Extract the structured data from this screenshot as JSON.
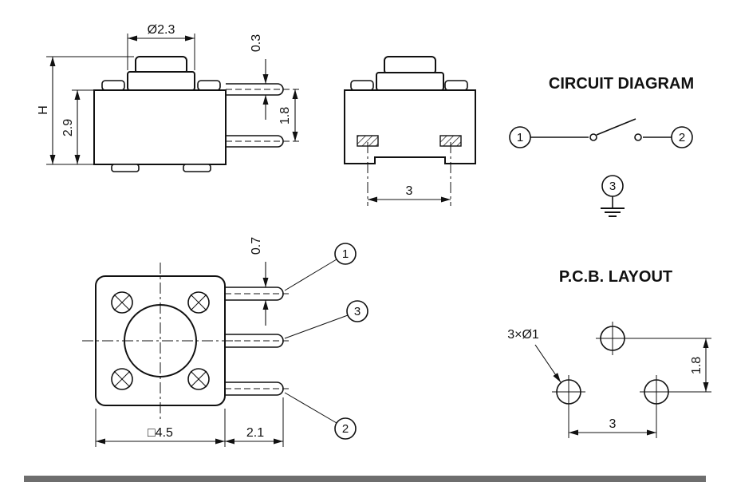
{
  "colors": {
    "line": "#111111",
    "footer_bar": "#6e6e6e",
    "background": "#ffffff"
  },
  "side_view": {
    "dim_plunger_diameter": "Ø2.3",
    "dim_pin_thickness": "0.3",
    "dim_pin_pitch": "1.8",
    "dim_body_height": "2.9",
    "dim_overall_height": "H"
  },
  "front_view": {
    "dim_terminal_spacing": "3"
  },
  "circuit_diagram": {
    "title": "CIRCUIT DIAGRAM",
    "terminals": {
      "t1": "1",
      "t2": "2",
      "t3": "3"
    }
  },
  "top_view": {
    "dim_pin_width": "0.7",
    "dim_body_square": "□4.5",
    "dim_pin_length": "2.1",
    "callouts": {
      "pin1": "1",
      "pin3": "3",
      "pin2": "2"
    }
  },
  "pcb_layout": {
    "title": "P.C.B. LAYOUT",
    "hole_note": "3×Ø1",
    "dim_hole_spacing_x": "3",
    "dim_hole_spacing_y": "1.8"
  }
}
